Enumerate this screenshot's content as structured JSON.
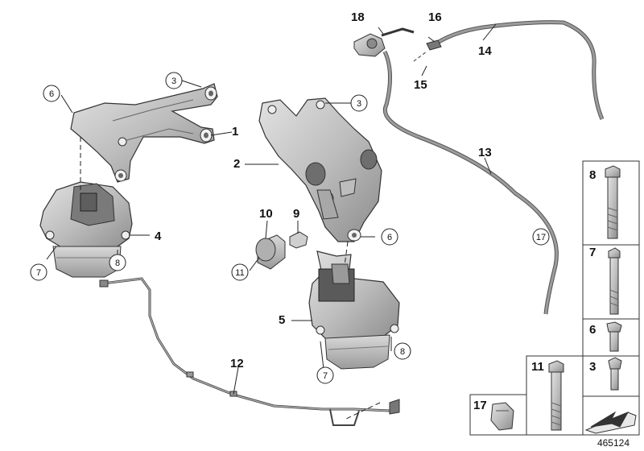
{
  "diagram_id": "465124",
  "callouts": {
    "c1": "1",
    "c2": "2",
    "c3a": "3",
    "c3b": "3",
    "c4": "4",
    "c5": "5",
    "c6a": "6",
    "c6b": "6",
    "c7a": "7",
    "c7b": "7",
    "c8a": "8",
    "c8b": "8",
    "c9": "9",
    "c10": "10",
    "c11": "11",
    "c12": "12",
    "c13": "13",
    "c14": "14",
    "c15": "15",
    "c16": "16",
    "c17": "17",
    "c18": "18"
  },
  "side_panel": {
    "p8": "8",
    "p7": "7",
    "p6": "6",
    "p3": "3",
    "p11": "11",
    "p17": "17"
  },
  "colors": {
    "part_fill": "#c8c8c8",
    "part_dark": "#8e8e8e",
    "line": "#222222"
  }
}
